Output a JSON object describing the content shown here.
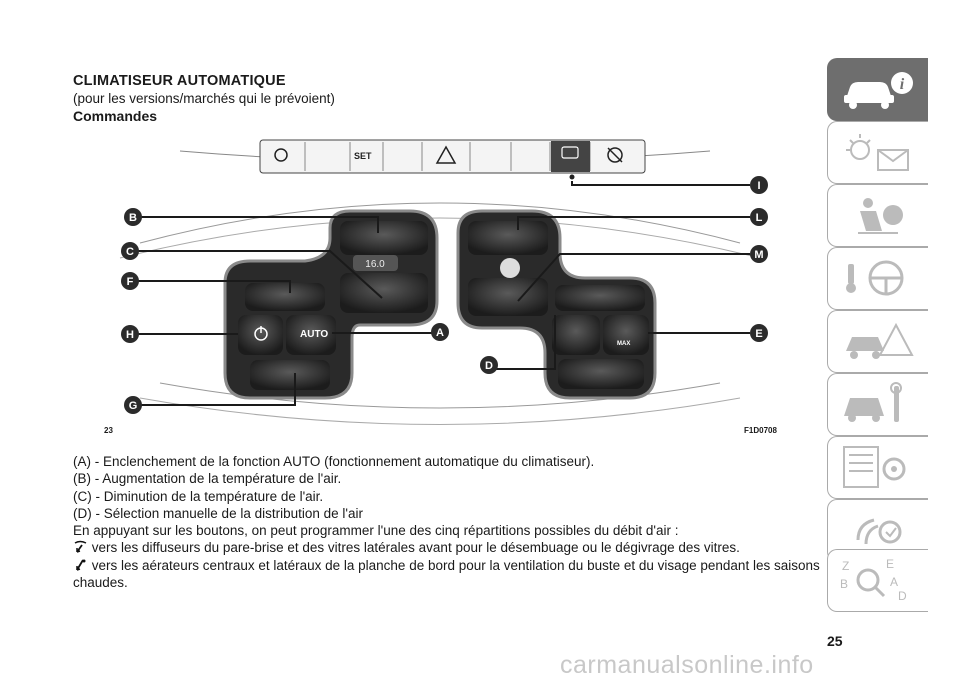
{
  "header": {
    "title": "CLIMATISEUR AUTOMATIQUE",
    "subtitle": "(pour les versions/marchés qui le prévoient)",
    "section": "Commandes"
  },
  "figure": {
    "number": "23",
    "code": "F1D0708",
    "display_value": "16.0",
    "auto_label": "AUTO",
    "max_label": "MAX",
    "callouts": [
      "A",
      "B",
      "C",
      "D",
      "E",
      "F",
      "G",
      "H",
      "I",
      "L",
      "M"
    ]
  },
  "legend": [
    "(A) - Enclenchement de la fonction AUTO (fonctionnement automatique du climatiseur).",
    "(B) - Augmentation de la température de l'air.",
    "(C) - Diminution de la température de l'air.",
    "(D) - Sélection manuelle de la distribution de l'air",
    "En appuyant sur les boutons, on peut programmer l'une des cinq répartitions possibles du débit d'air :",
    "vers les diffuseurs du pare-brise et des vitres latérales avant pour le désembuage ou le dégivrage des vitres.",
    "vers les aérateurs centraux et latéraux de la planche de bord pour la ventilation du buste et du visage pendant les saisons",
    "chaudes."
  ],
  "page_number": "25",
  "watermark": "carmanualsonline.info",
  "tabs": [
    "car-info-icon",
    "warning-lights-icon",
    "safety-airbag-icon",
    "steering-wheel-icon",
    "emergency-icon",
    "maintenance-icon",
    "technical-data-icon",
    "multimedia-icon",
    "index-icon"
  ],
  "colors": {
    "tab_active": "#6e6e6e",
    "callout": "#2b2b2b",
    "button": "#3a3a3a"
  }
}
